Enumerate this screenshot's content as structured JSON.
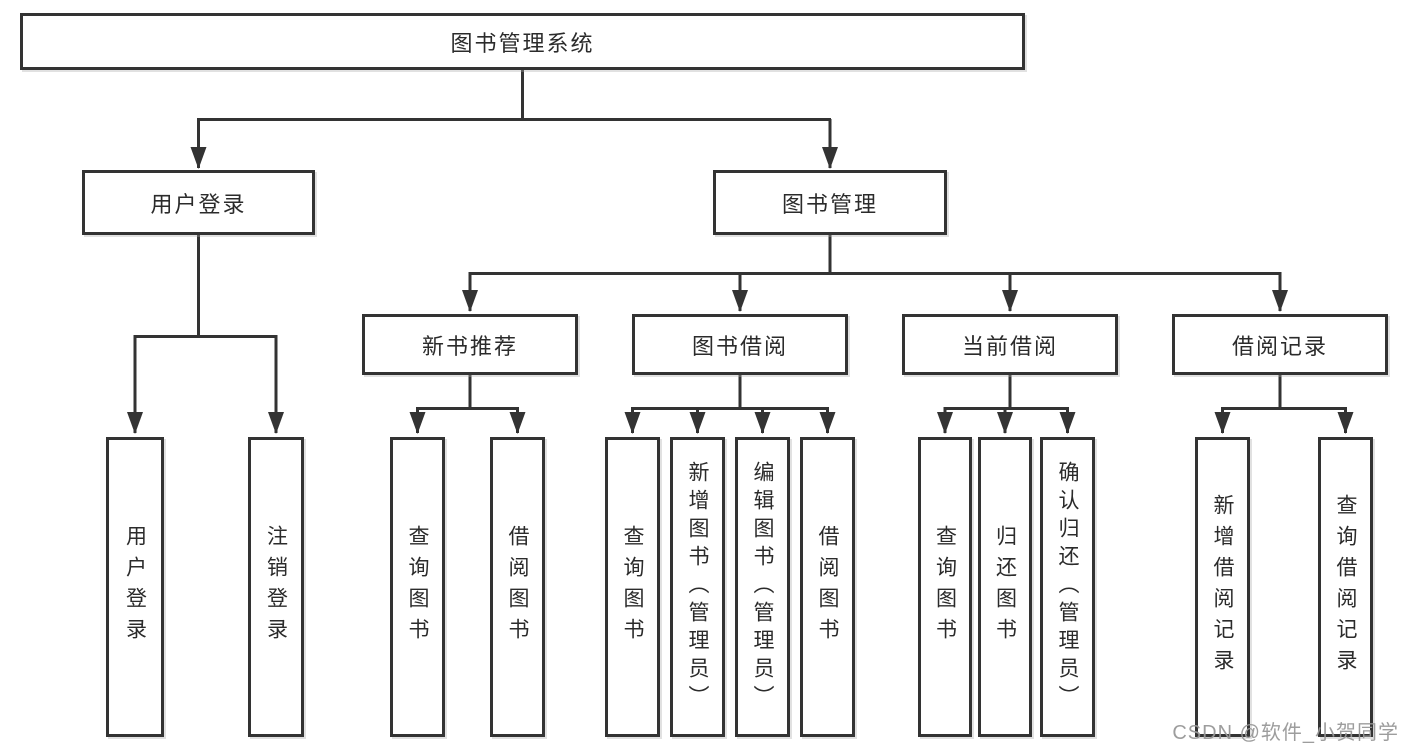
{
  "diagram": {
    "title": "图书管理系统",
    "nodes": {
      "user_login": "用户登录",
      "book_management": "图书管理",
      "new_book_rec": "新书推荐",
      "book_borrowing": "图书借阅",
      "current_borrowing": "当前借阅",
      "borrowing_records": "借阅记录",
      "leaf_user_login": "用户登录",
      "leaf_logout": "注销登录",
      "leaf_rec_query_books": "查询图书",
      "leaf_rec_borrow_books": "借阅图书",
      "leaf_bb_query_books": "查询图书",
      "leaf_bb_add_books": "新增图书（管理员）",
      "leaf_bb_edit_books": "编辑图书（管理员）",
      "leaf_bb_borrow_books": "借阅图书",
      "leaf_cb_query_books": "查询图书",
      "leaf_cb_return_books": "归还图书",
      "leaf_cb_confirm_return": "确认归还（管理员）",
      "leaf_br_add_record": "新增借阅记录",
      "leaf_br_query_record": "查询借阅记录"
    },
    "hierarchy": {
      "图书管理系统": [
        "用户登录",
        "图书管理"
      ],
      "用户登录": [
        "用户登录",
        "注销登录"
      ],
      "图书管理": [
        "新书推荐",
        "图书借阅",
        "当前借阅",
        "借阅记录"
      ],
      "新书推荐": [
        "查询图书",
        "借阅图书"
      ],
      "图书借阅": [
        "查询图书",
        "新增图书（管理员）",
        "编辑图书（管理员）",
        "借阅图书"
      ],
      "当前借阅": [
        "查询图书",
        "归还图书",
        "确认归还（管理员）"
      ],
      "借阅记录": [
        "新增借阅记录",
        "查询借阅记录"
      ]
    },
    "watermark": "CSDN @软件_小贺同学",
    "colors": {
      "line": "#333333",
      "box_border": "#333333",
      "box_fill": "#ffffff",
      "text": "#2b2b2b",
      "watermark": "#989898",
      "background": "#ffffff"
    }
  }
}
